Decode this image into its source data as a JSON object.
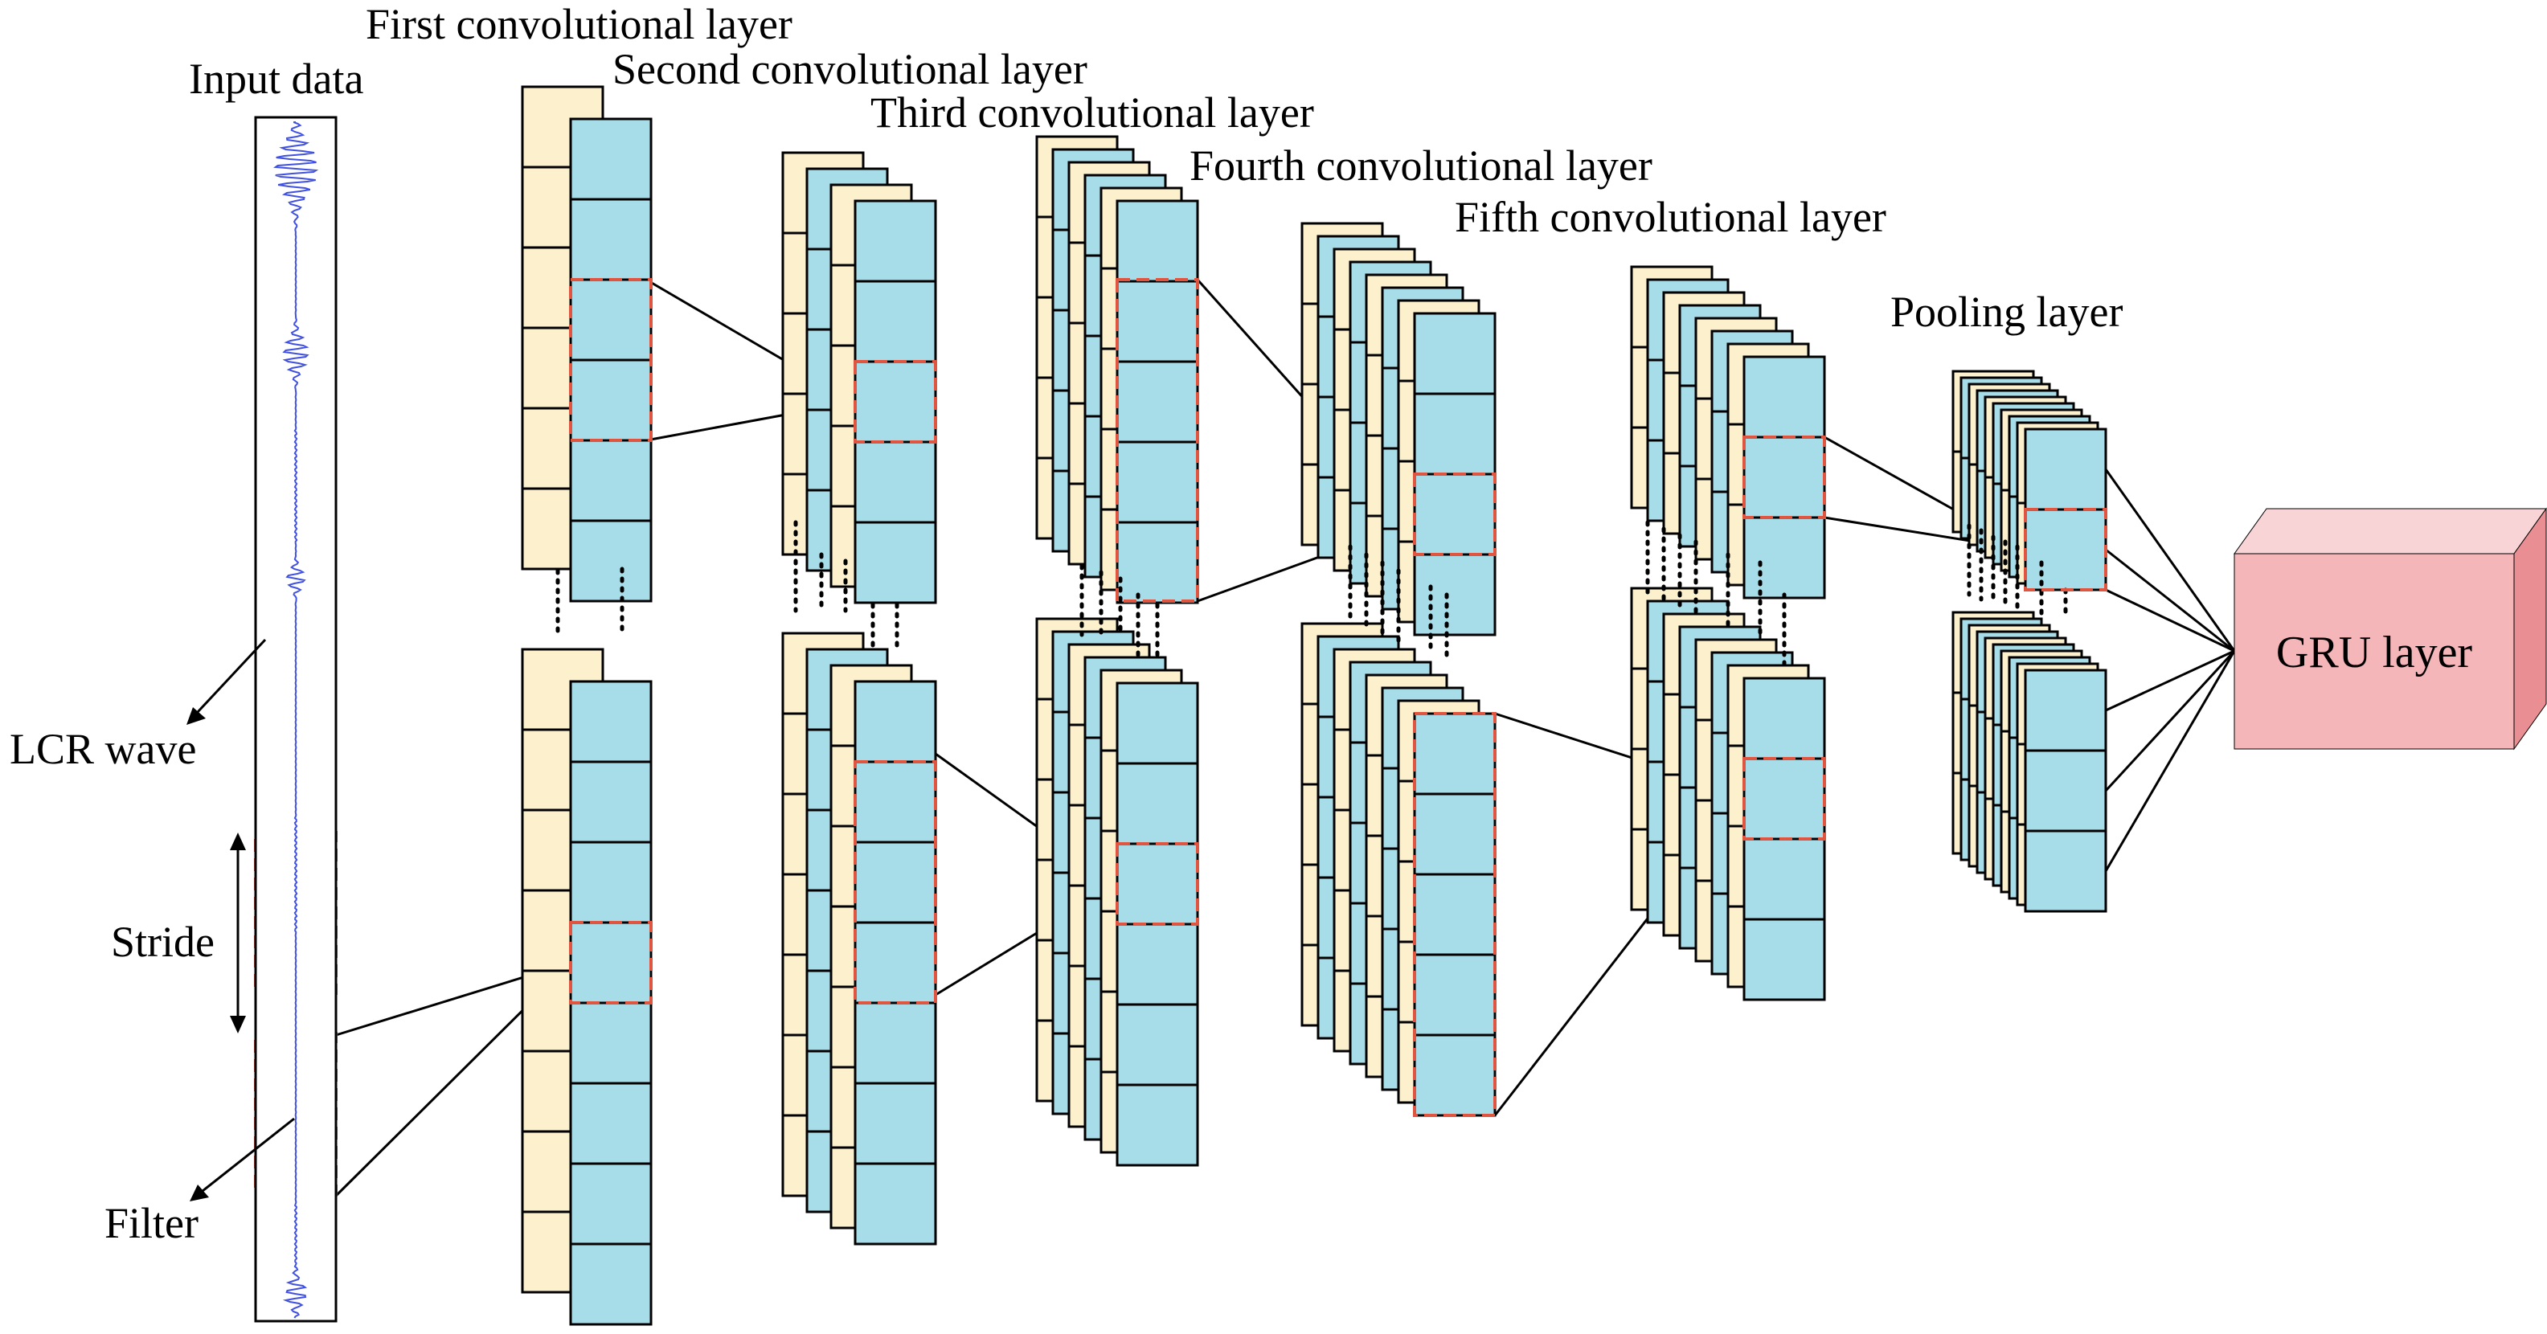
{
  "labels": {
    "input_data": "Input data",
    "first_conv": "First convolutional layer",
    "second_conv": "Second convolutional layer",
    "third_conv": "Third convolutional layer",
    "fourth_conv": "Fourth convolutional layer",
    "fifth_conv": "Fifth convolutional layer",
    "pooling": "Pooling layer",
    "gru": "GRU layer",
    "lcr_wave": "LCR wave",
    "stride": "Stride",
    "filter": "Filter"
  },
  "colors": {
    "map_front": "#a6dde8",
    "map_back": "#fdf0cc",
    "filter_box": "#e05540",
    "wave": "#4050e0",
    "gru_front": "#f4b6b9",
    "gru_top": "#f9d4d6",
    "gru_side": "#e98e92",
    "line": "#000000"
  }
}
